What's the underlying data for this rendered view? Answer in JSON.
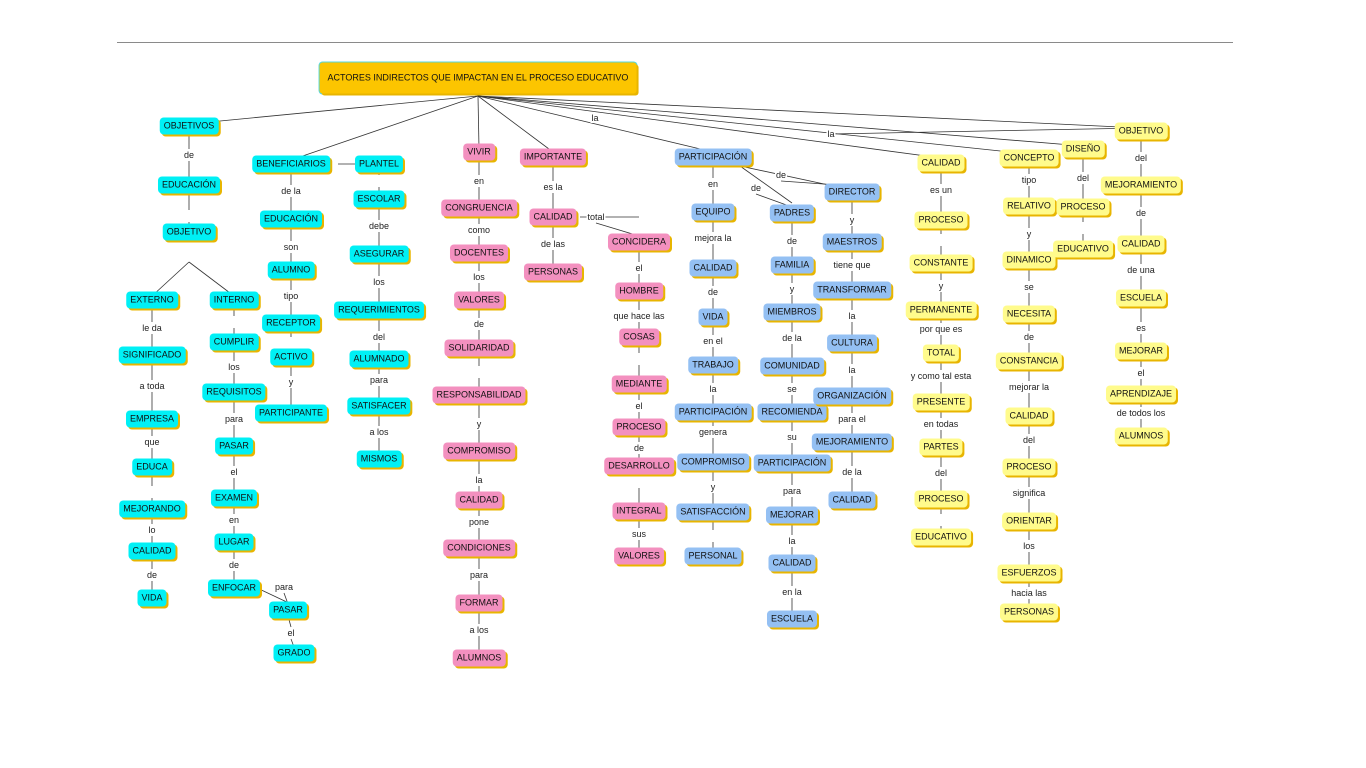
{
  "root": "ACTORES INDIRECTOS QUE IMPACTAN EN EL PROCESO EDUCATIVO",
  "root_links": [
    "",
    "",
    "",
    "",
    "",
    "la",
    "",
    "la",
    "",
    "",
    "",
    "",
    ""
  ],
  "columns": [
    {
      "color": "cyan",
      "items": [
        "OBJETIVOS",
        "de",
        "EDUCACIÓN",
        "",
        "OBJETIVO"
      ]
    },
    {
      "color": "cyan",
      "items": [
        "EXTERNO",
        "le da",
        "SIGNIFICADO",
        "a toda",
        "EMPRESA",
        "que",
        "EDUCA",
        "",
        "MEJORANDO",
        "lo",
        "CALIDAD",
        "de",
        "VIDA"
      ]
    },
    {
      "color": "cyan",
      "items": [
        "INTERNO",
        "",
        "CUMPLIR",
        "los",
        "REQUISITOS",
        "para",
        "PASAR",
        "el",
        "EXAMEN",
        "en",
        "LUGAR",
        "de",
        "ENFOCAR"
      ]
    },
    {
      "color": "cyan",
      "items": [
        "para",
        "PASAR",
        "el",
        "GRADO"
      ]
    },
    {
      "color": "cyan",
      "items": [
        "BENEFICIARIOS",
        "de la",
        "EDUCACIÓN",
        "son",
        "ALUMNO",
        "tipo",
        "RECEPTOR",
        "",
        "ACTIVO",
        "y",
        "PARTICIPANTE"
      ]
    },
    {
      "color": "cyan",
      "items": [
        "PLANTEL",
        "",
        "ESCOLAR",
        "debe",
        "ASEGURAR",
        "los",
        "REQUERIMIENTOS",
        "del",
        "ALUMNADO",
        "para",
        "SATISFACER",
        "a los",
        "MISMOS"
      ]
    },
    {
      "color": "pink",
      "items": [
        "VIVIR",
        "en",
        "CONGRUENCIA",
        "como",
        "DOCENTES",
        "los",
        "VALORES",
        "de",
        "SOLIDARIDAD",
        "",
        "RESPONSABILIDAD",
        "y",
        "COMPROMISO",
        "la",
        "CALIDAD",
        "pone",
        "CONDICIONES",
        "para",
        "FORMAR",
        "a los",
        "ALUMNOS"
      ]
    },
    {
      "color": "pink",
      "items": [
        "IMPORTANTE",
        "es la",
        "CALIDAD",
        "de las",
        "PERSONAS"
      ]
    },
    {
      "color": "pink",
      "items": [
        "total",
        "CONCIDERA",
        "el",
        "HOMBRE",
        "que hace las",
        "COSAS",
        "",
        "MEDIANTE",
        "el",
        "PROCESO",
        "de",
        "DESARROLLO",
        "",
        "INTEGRAL",
        "sus",
        "VALORES"
      ]
    },
    {
      "color": "blue",
      "items": [
        "PARTICIPACIÓN",
        "en",
        "EQUIPO",
        "mejora la",
        "CALIDAD",
        "de",
        "VIDA",
        "en el",
        "TRABAJO",
        "la",
        "PARTICIPACIÓN",
        "genera",
        "COMPROMISO",
        "y",
        "SATISFACCIÓN",
        "",
        "PERSONAL"
      ]
    },
    {
      "color": "blue",
      "items": [
        "de",
        "PADRES",
        "de",
        "FAMILIA",
        "y",
        "MIEMBROS",
        "de la",
        "COMUNIDAD",
        "se",
        "RECOMIENDA",
        "su",
        "PARTICIPACIÓN",
        "para",
        "MEJORAR",
        "la",
        "CALIDAD",
        "en la",
        "ESCUELA"
      ]
    },
    {
      "color": "blue",
      "items": [
        "de",
        "DIRECTOR",
        "y",
        "MAESTROS",
        "tiene que",
        "TRANSFORMAR",
        "la",
        "CULTURA",
        "la",
        "ORGANIZACIÓN",
        "para el",
        "MEJORAMIENTO",
        "de la",
        "CALIDAD"
      ]
    },
    {
      "color": "yellow",
      "items": [
        "CALIDAD",
        "es un",
        "PROCESO",
        "",
        "CONSTANTE",
        "y",
        "PERMANENTE",
        "por que es",
        "TOTAL",
        "y como tal esta",
        "PRESENTE",
        "en todas",
        "PARTES",
        "del",
        "PROCESO",
        "",
        "EDUCATIVO"
      ]
    },
    {
      "color": "yellow",
      "items": [
        "CONCEPTO",
        "tipo",
        "RELATIVO",
        "y",
        "DINAMICO",
        "se",
        "NECESITA",
        "de",
        "CONSTANCIA",
        "mejorar la",
        "CALIDAD",
        "del",
        "PROCESO",
        "significa",
        "ORIENTAR",
        "los",
        "ESFUERZOS",
        "hacia las",
        "PERSONAS"
      ]
    },
    {
      "color": "yellow",
      "items": [
        "DISEÑO",
        "del",
        "PROCESO",
        "",
        "EDUCATIVO"
      ]
    },
    {
      "color": "yellow",
      "items": [
        "OBJETIVO",
        "del",
        "MEJORAMIENTO",
        "de",
        "CALIDAD",
        "de una",
        "ESCUELA",
        "es",
        "MEJORAR",
        "el",
        "APRENDIZAJE",
        "de todos los",
        "ALUMNOS"
      ]
    }
  ]
}
